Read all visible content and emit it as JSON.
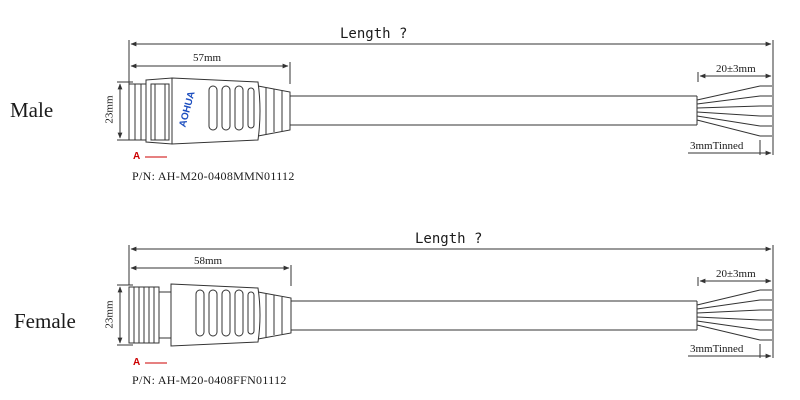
{
  "colors": {
    "line": "#333333",
    "section_mark": "#cc0000",
    "brand": "#1e4fbf",
    "cable": "#ffffff"
  },
  "male": {
    "side_label": "Male",
    "length_label": "Length ?",
    "connector_length": "57mm",
    "diameter": "23mm",
    "strip_length": "20±3mm",
    "tinned_label": "3mmTinned",
    "section_mark": "A",
    "part_number": "P/N: AH-M20-0408MMN01112",
    "logo_text": "AOHUA"
  },
  "female": {
    "side_label": "Female",
    "length_label": "Length ?",
    "connector_length": "58mm",
    "diameter": "23mm",
    "strip_length": "20±3mm",
    "tinned_label": "3mmTinned",
    "section_mark": "A",
    "part_number": "P/N: AH-M20-0408FFN01112"
  }
}
